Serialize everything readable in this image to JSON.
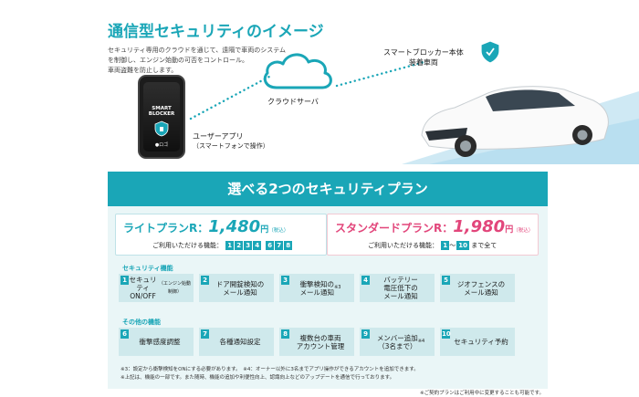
{
  "hero": {
    "title": "通信型セキュリティのイメージ",
    "description": [
      "セキュリティ専用のクラウドを通じて、遠隔で車両のシステム",
      "を制御し、エンジン始動の可否をコントロール。",
      "車両盗難を防止します。"
    ],
    "phone_logo": "SMART BLOCKER",
    "phone_footer": "●ロゴ",
    "app_label": "ユーザーアプリ",
    "app_sub": "（スマートフォンで操作）",
    "cloud_label": "クラウドサーバ",
    "car_label_1": "スマートブロッカー本体",
    "car_label_2": "装着車両",
    "accent_color": "#1aa6b7"
  },
  "plans": {
    "header": "選べる2つのセキュリティプラン",
    "lite": {
      "name": "ライトプランR：",
      "price": "1,480",
      "unit": "円",
      "tax": "（税込）",
      "feature_label": "ご利用いただける機能：",
      "features": [
        "1",
        "2",
        "3",
        "4",
        "6",
        "7",
        "8"
      ]
    },
    "standard": {
      "name": "スタンダードプランR：",
      "price": "1,980",
      "unit": "円",
      "tax": "（税込）",
      "feature_label": "ご利用いただける機能：",
      "range_start": "1",
      "range_sep": "〜",
      "range_end": "10",
      "range_suffix": "まで全て"
    },
    "security_label": "セキュリティ機能",
    "other_label": "その他の機能",
    "security_features": [
      {
        "num": "1",
        "text": "セキュリティ\nON/OFF",
        "sub": "（エンジン始動制御）"
      },
      {
        "num": "2",
        "text": "ドア開錠検知の\nメール通知",
        "sub": ""
      },
      {
        "num": "3",
        "text": "衝撃検知の\nメール通知",
        "sub": "※3"
      },
      {
        "num": "4",
        "text": "バッテリー\n電圧低下の\nメール通知",
        "sub": ""
      },
      {
        "num": "5",
        "text": "ジオフェンスの\nメール通知",
        "sub": ""
      }
    ],
    "other_features": [
      {
        "num": "6",
        "text": "衝撃感度調整",
        "sub": ""
      },
      {
        "num": "7",
        "text": "各種通知設定",
        "sub": ""
      },
      {
        "num": "8",
        "text": "複数台の車両\nアカウント管理",
        "sub": ""
      },
      {
        "num": "9",
        "text": "メンバー追加\n（3名まで）",
        "sub": "※4"
      },
      {
        "num": "10",
        "text": "セキュリティ予約",
        "sub": ""
      }
    ],
    "notes": [
      "※3：設定から衝撃検知をONにする必要があります。　※4：オーナー以外に3名までアプリ操作ができるアカウントを追加できます。",
      "※上記は、機能の一部です。また随時、機能の追加や利便性向上、認識向上などのアップデートを通信で行っております。"
    ]
  },
  "footnote": "※ご契約プランはご利用中に変更することも可能です。"
}
